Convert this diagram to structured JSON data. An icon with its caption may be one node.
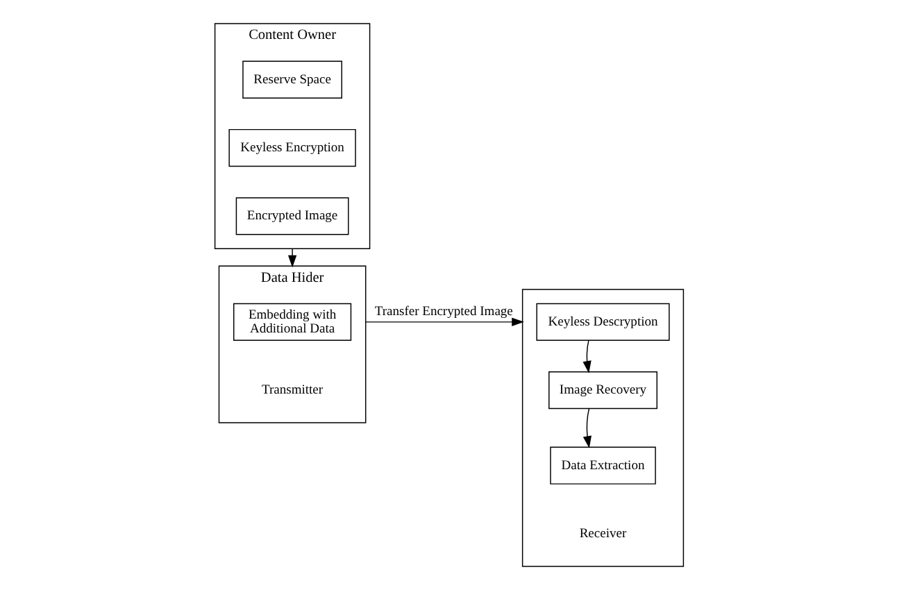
{
  "diagram": {
    "nodes": [
      {
        "text": [
          "Content Owner"
        ]
      },
      {
        "text": [
          "Reserve Space"
        ],
        "in": 0
      },
      {
        "text": [
          "Keyless Encryption"
        ],
        "in": 0
      },
      {
        "text": [
          "Encrypted Image"
        ],
        "in": 0
      },
      {
        "text": [
          "Data Hider"
        ],
        "beside": [
          "Transmitter"
        ]
      },
      {
        "text": [
          "Embedding with Additional Data"
        ],
        "in": 4
      },
      {
        "text": [],
        "shape": "box",
        "beside": [
          "Receiver"
        ]
      },
      {
        "text": [
          "Keyless Descryption"
        ],
        "in": 6
      },
      {
        "text": [
          "Image Recovery"
        ],
        "in": 6
      },
      {
        "text": [
          "Data Extraction"
        ],
        "in": 6
      }
    ],
    "edges": [
      {
        "from": 0,
        "to": 4,
        "arrow": "to"
      },
      {
        "from": 4,
        "to": 6,
        "arrow": "to",
        "label": "Transfer Encrypted Image"
      },
      {
        "from": 7,
        "to": 8,
        "arrow": "to"
      },
      {
        "from": 8,
        "to": 9,
        "arrow": "to"
      }
    ]
  }
}
